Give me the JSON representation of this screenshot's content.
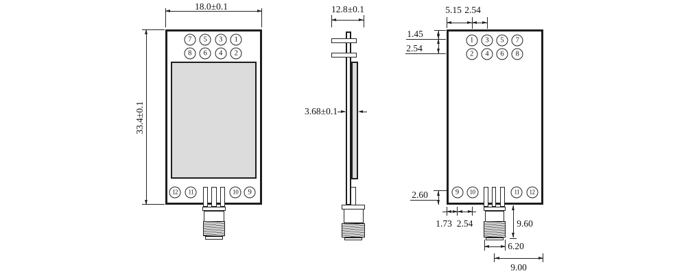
{
  "colors": {
    "line": "#1d1d1d",
    "shield_fill": "#dcdcdc",
    "background": "#ffffff"
  },
  "front_view": {
    "width_dim": "18.0±0.1",
    "height_dim": "33.4±0.1",
    "pins_row1": [
      "7",
      "5",
      "3",
      "1"
    ],
    "pins_row2": [
      "8",
      "6",
      "4",
      "2"
    ],
    "pins_bottom": [
      "12",
      "11",
      "10",
      "9"
    ]
  },
  "side_view": {
    "width_dim": "12.8±0.1",
    "thickness_dim": "3.68±0.1"
  },
  "back_view": {
    "left_edge_to_pin_dim": "5.15",
    "pin_pitch_dim": "2.54",
    "top_edge_to_row1_dim": "1.45",
    "row_pitch_dim": "2.54",
    "bottom_row_dim": "2.60",
    "bottom_edge_to_pin9_dim": "1.73",
    "bottom_pin_pitch_dim": "2.54",
    "connector_height_dim": "9.60",
    "connector_width_dim": "6.20",
    "connector_to_edge_dim": "9.00",
    "pins_row1": [
      "1",
      "3",
      "5",
      "7"
    ],
    "pins_row2": [
      "2",
      "4",
      "6",
      "8"
    ],
    "pins_bottom": [
      "9",
      "10",
      "11",
      "12"
    ]
  }
}
